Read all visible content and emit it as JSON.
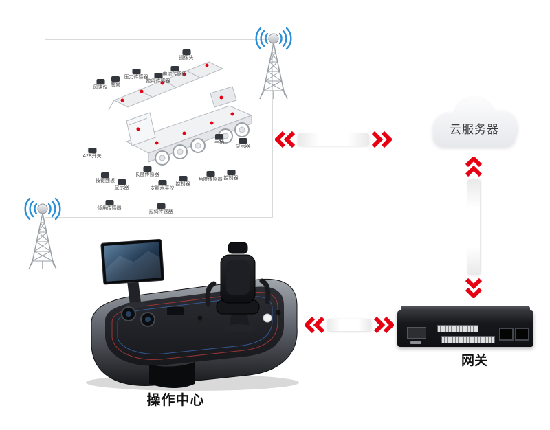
{
  "panel": {
    "sensors": [
      {
        "label": "摄像头"
      },
      {
        "label": "电流传感器"
      },
      {
        "label": "拉绳传感器"
      },
      {
        "label": "压力传感器"
      },
      {
        "label": "卷筒"
      },
      {
        "label": "风速仪"
      },
      {
        "label": "A2B开关"
      },
      {
        "label": "按键面板"
      },
      {
        "label": "显示器"
      },
      {
        "label": "手柄"
      },
      {
        "label": "显示器"
      },
      {
        "label": "长度传感器"
      },
      {
        "label": "支腿水平仪"
      },
      {
        "label": "控制器"
      },
      {
        "label": "角度传感器"
      },
      {
        "label": "控制器"
      },
      {
        "label": "倾角传感器"
      },
      {
        "label": "拉绳传感器"
      }
    ]
  },
  "nodes": {
    "cloud": {
      "label": "云服务器"
    },
    "gateway": {
      "label": "网关"
    },
    "console": {
      "label": "操作中心"
    }
  },
  "colors": {
    "accent_red": "#e60012",
    "wifi_blue": "#2a8fd6",
    "line_gray": "#9aa0a6"
  },
  "icons": {
    "tower": "radio-tower-icon",
    "wifi": "wifi-arcs-icon",
    "cloud": "cloud-icon",
    "link": "double-chevron-bar"
  }
}
